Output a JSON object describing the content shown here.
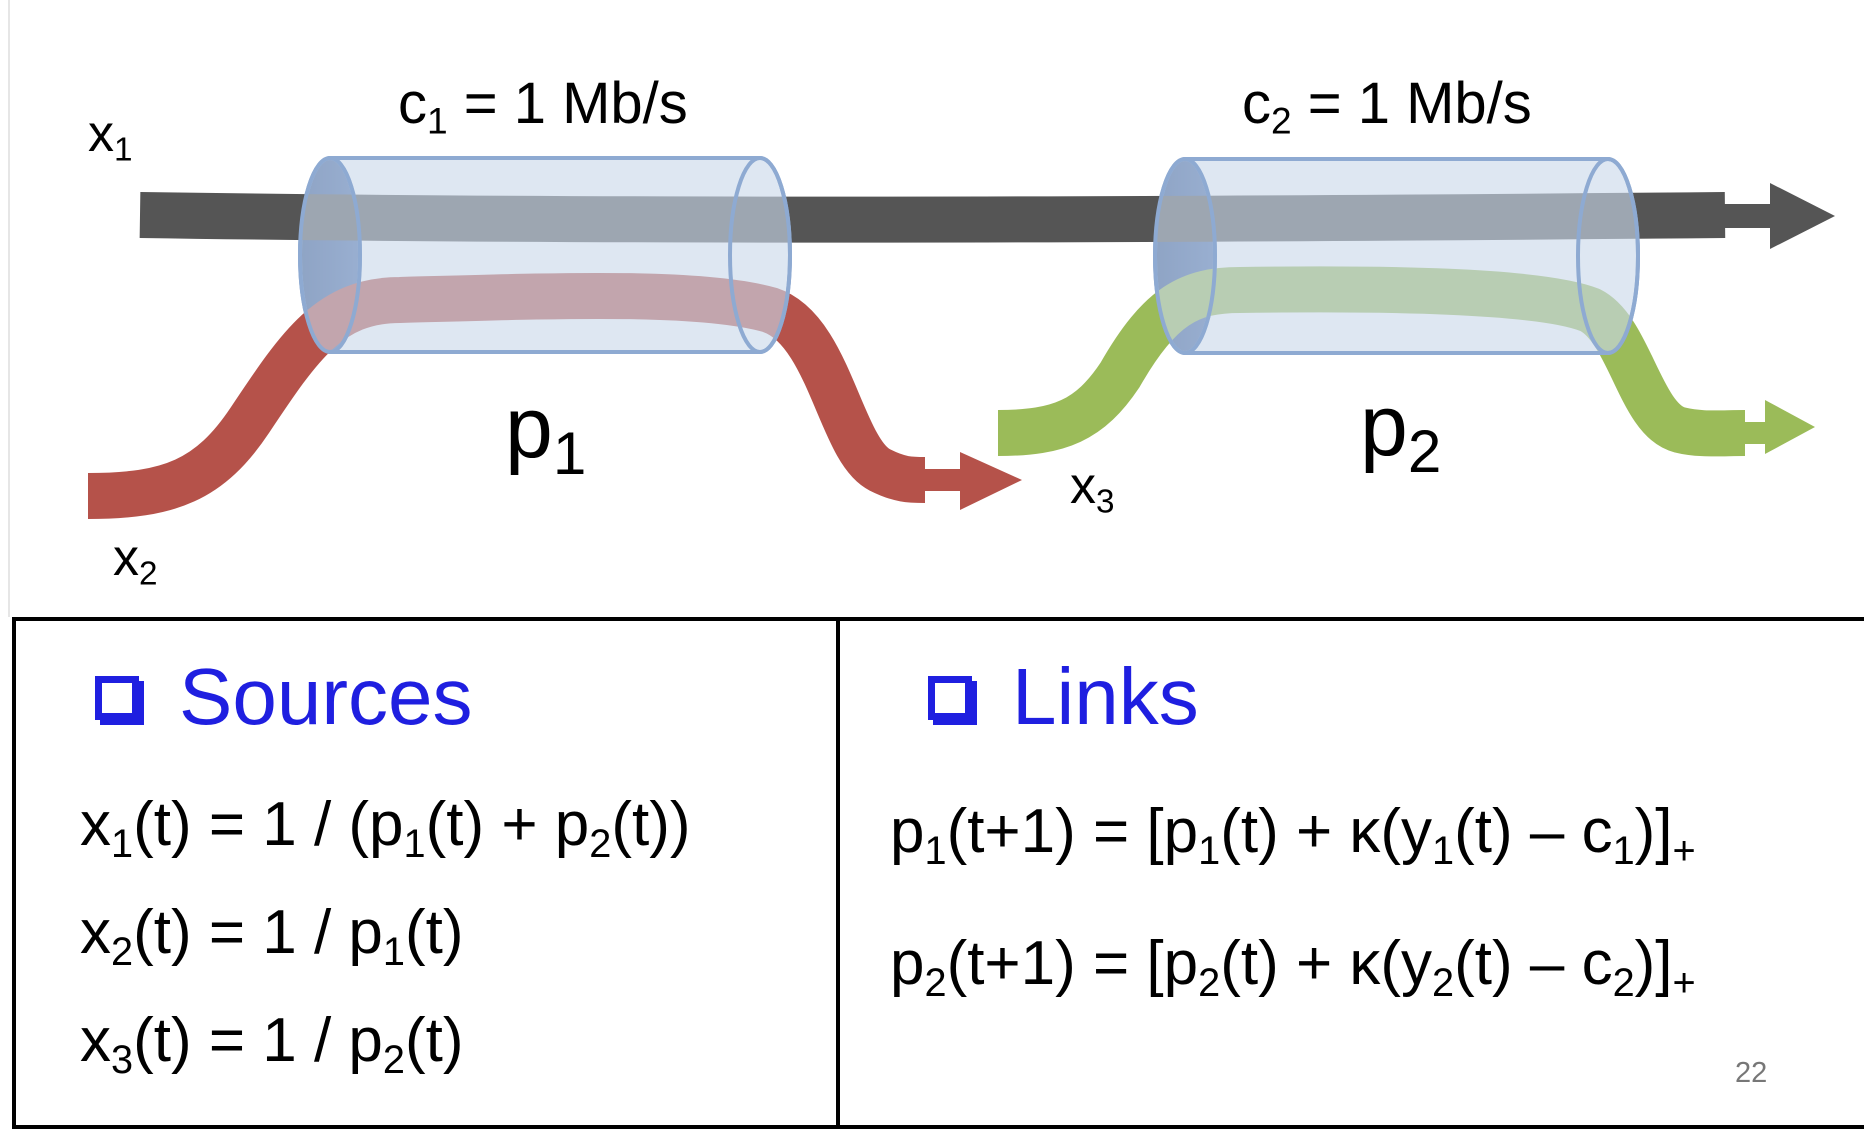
{
  "diagram": {
    "flows": {
      "x1": {
        "name": "x",
        "sub": "1",
        "color": "#555555"
      },
      "x2": {
        "name": "x",
        "sub": "2",
        "color": "#b5524a"
      },
      "x3": {
        "name": "x",
        "sub": "3",
        "color": "#9bbb59"
      }
    },
    "links": [
      {
        "capacity_label": "c",
        "capacity_sub": "1",
        "capacity_value": " = 1 Mb/s",
        "price_label": "p",
        "price_sub": "1"
      },
      {
        "capacity_label": "c",
        "capacity_sub": "2",
        "capacity_value": " = 1 Mb/s",
        "price_label": "p",
        "price_sub": "2"
      }
    ],
    "link_fill": "#c9d8ea",
    "link_stroke": "#8eaad2",
    "link_end": "#3f5f95"
  },
  "sources": {
    "heading": "Sources",
    "equations": [
      {
        "parts": [
          [
            "x",
            ""
          ],
          [
            "",
            "1"
          ],
          [
            "(t) = 1 / (p",
            ""
          ],
          [
            "",
            "1"
          ],
          [
            "(t) + p",
            ""
          ],
          [
            "",
            "2"
          ],
          [
            "(t))",
            ""
          ]
        ]
      },
      {
        "parts": [
          [
            "x",
            ""
          ],
          [
            "",
            "2"
          ],
          [
            "(t) = 1 / p",
            ""
          ],
          [
            "",
            "1"
          ],
          [
            "(t)",
            ""
          ]
        ]
      },
      {
        "parts": [
          [
            "x",
            ""
          ],
          [
            "",
            "3"
          ],
          [
            "(t) = 1 / p",
            ""
          ],
          [
            "",
            "2"
          ],
          [
            "(t)",
            ""
          ]
        ]
      }
    ]
  },
  "links_panel": {
    "heading": "Links",
    "equations": [
      {
        "parts": [
          [
            "p",
            ""
          ],
          [
            "",
            "1"
          ],
          [
            "(t+1) = [p",
            ""
          ],
          [
            "",
            "1"
          ],
          [
            "(t) + κ(y",
            ""
          ],
          [
            "",
            "1"
          ],
          [
            "(t) – c",
            ""
          ],
          [
            "",
            "1"
          ],
          [
            ")]",
            ""
          ],
          [
            "",
            "+"
          ]
        ]
      },
      {
        "parts": [
          [
            "p",
            ""
          ],
          [
            "",
            "2"
          ],
          [
            "(t+1) = [p",
            ""
          ],
          [
            "",
            "2"
          ],
          [
            "(t) + κ(y",
            ""
          ],
          [
            "",
            "2"
          ],
          [
            "(t) – c",
            ""
          ],
          [
            "",
            "2"
          ],
          [
            ")]",
            ""
          ],
          [
            "",
            "+"
          ]
        ]
      }
    ]
  },
  "page_number": "22",
  "colors": {
    "heading": "#1f1fe0"
  }
}
